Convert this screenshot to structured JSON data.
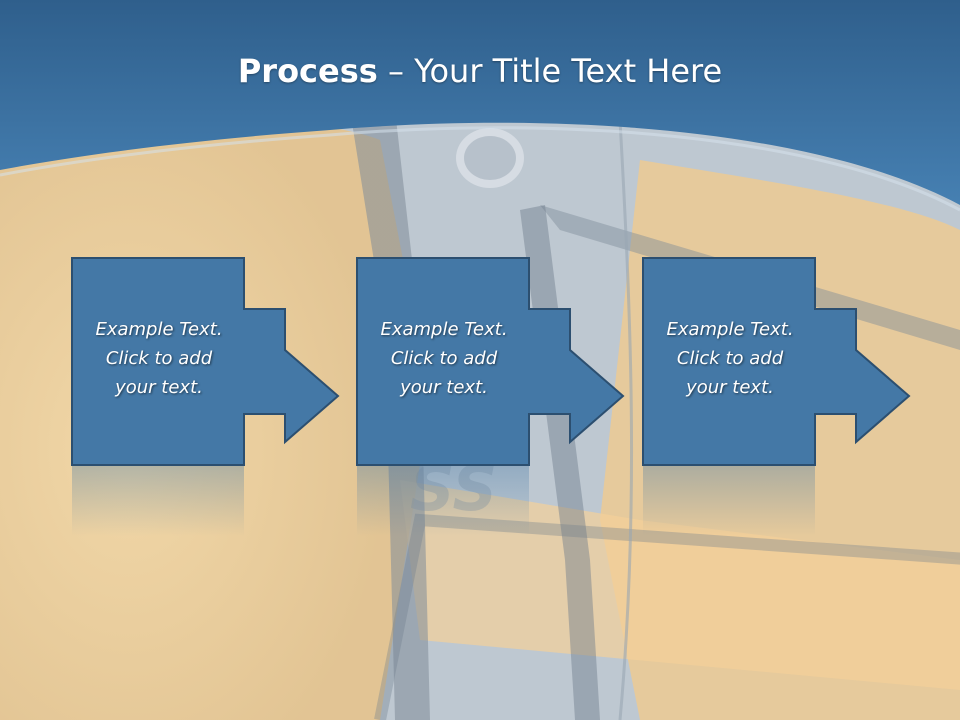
{
  "slide": {
    "title_bold": "Process",
    "title_rest": " – Your Title Text Here",
    "steps": [
      {
        "text": "Example Text.\nClick  to add\nyour text."
      },
      {
        "text": "Example Text.\nClick  to add\nyour text."
      },
      {
        "text": "Example Text.\nClick  to add\nyour text."
      }
    ]
  },
  "colors": {
    "header_blue": "#3d77a6",
    "box_fill": "#4478a6",
    "box_border": "#2c4f70",
    "photo_yellow": "#f2c882",
    "photo_gray": "#b9c3cc"
  }
}
